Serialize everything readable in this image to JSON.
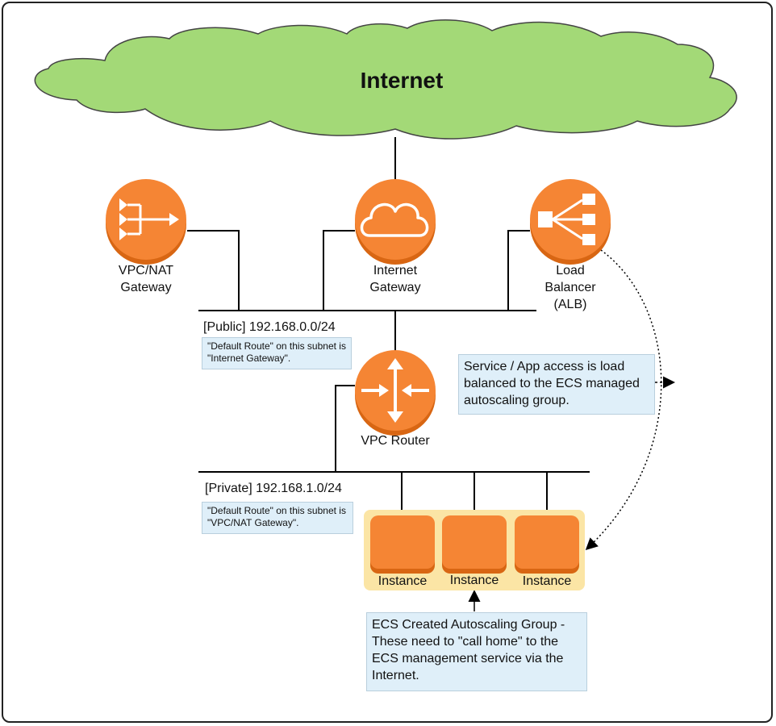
{
  "colors": {
    "cloud_fill": "#a3d977",
    "aws_orange": "#f58534",
    "aws_orange_dark": "#d86613",
    "asg_background": "#fbe5a5",
    "note_fill": "#dfeff9"
  },
  "internet": {
    "title": "Internet"
  },
  "nodes": {
    "nat_gateway": {
      "label": "VPC/NAT\nGateway",
      "icon": "nat-gateway-icon"
    },
    "internet_gateway": {
      "label": "Internet\nGateway",
      "icon": "cloud-icon"
    },
    "load_balancer": {
      "label": "Load\nBalancer\n(ALB)",
      "icon": "load-balancer-icon"
    },
    "vpc_router": {
      "label": "VPC Router",
      "icon": "router-icon"
    }
  },
  "subnets": {
    "public": {
      "label": "[Public] 192.168.0.0/24",
      "note": "\"Default Route\" on this subnet is \"Internet Gateway\"."
    },
    "private": {
      "label": "[Private] 192.168.1.0/24",
      "note": "\"Default Route\" on this subnet is \"VPC/NAT Gateway\"."
    }
  },
  "instances": [
    {
      "label": "Instance"
    },
    {
      "label": "Instance"
    },
    {
      "label": "Instance"
    }
  ],
  "notes": {
    "service_access": "Service / App access is load balanced to the ECS managed autoscaling group.",
    "ecs_group": "ECS Created Autoscaling Group - These need to \"call home\" to the ECS management service via the Internet."
  }
}
